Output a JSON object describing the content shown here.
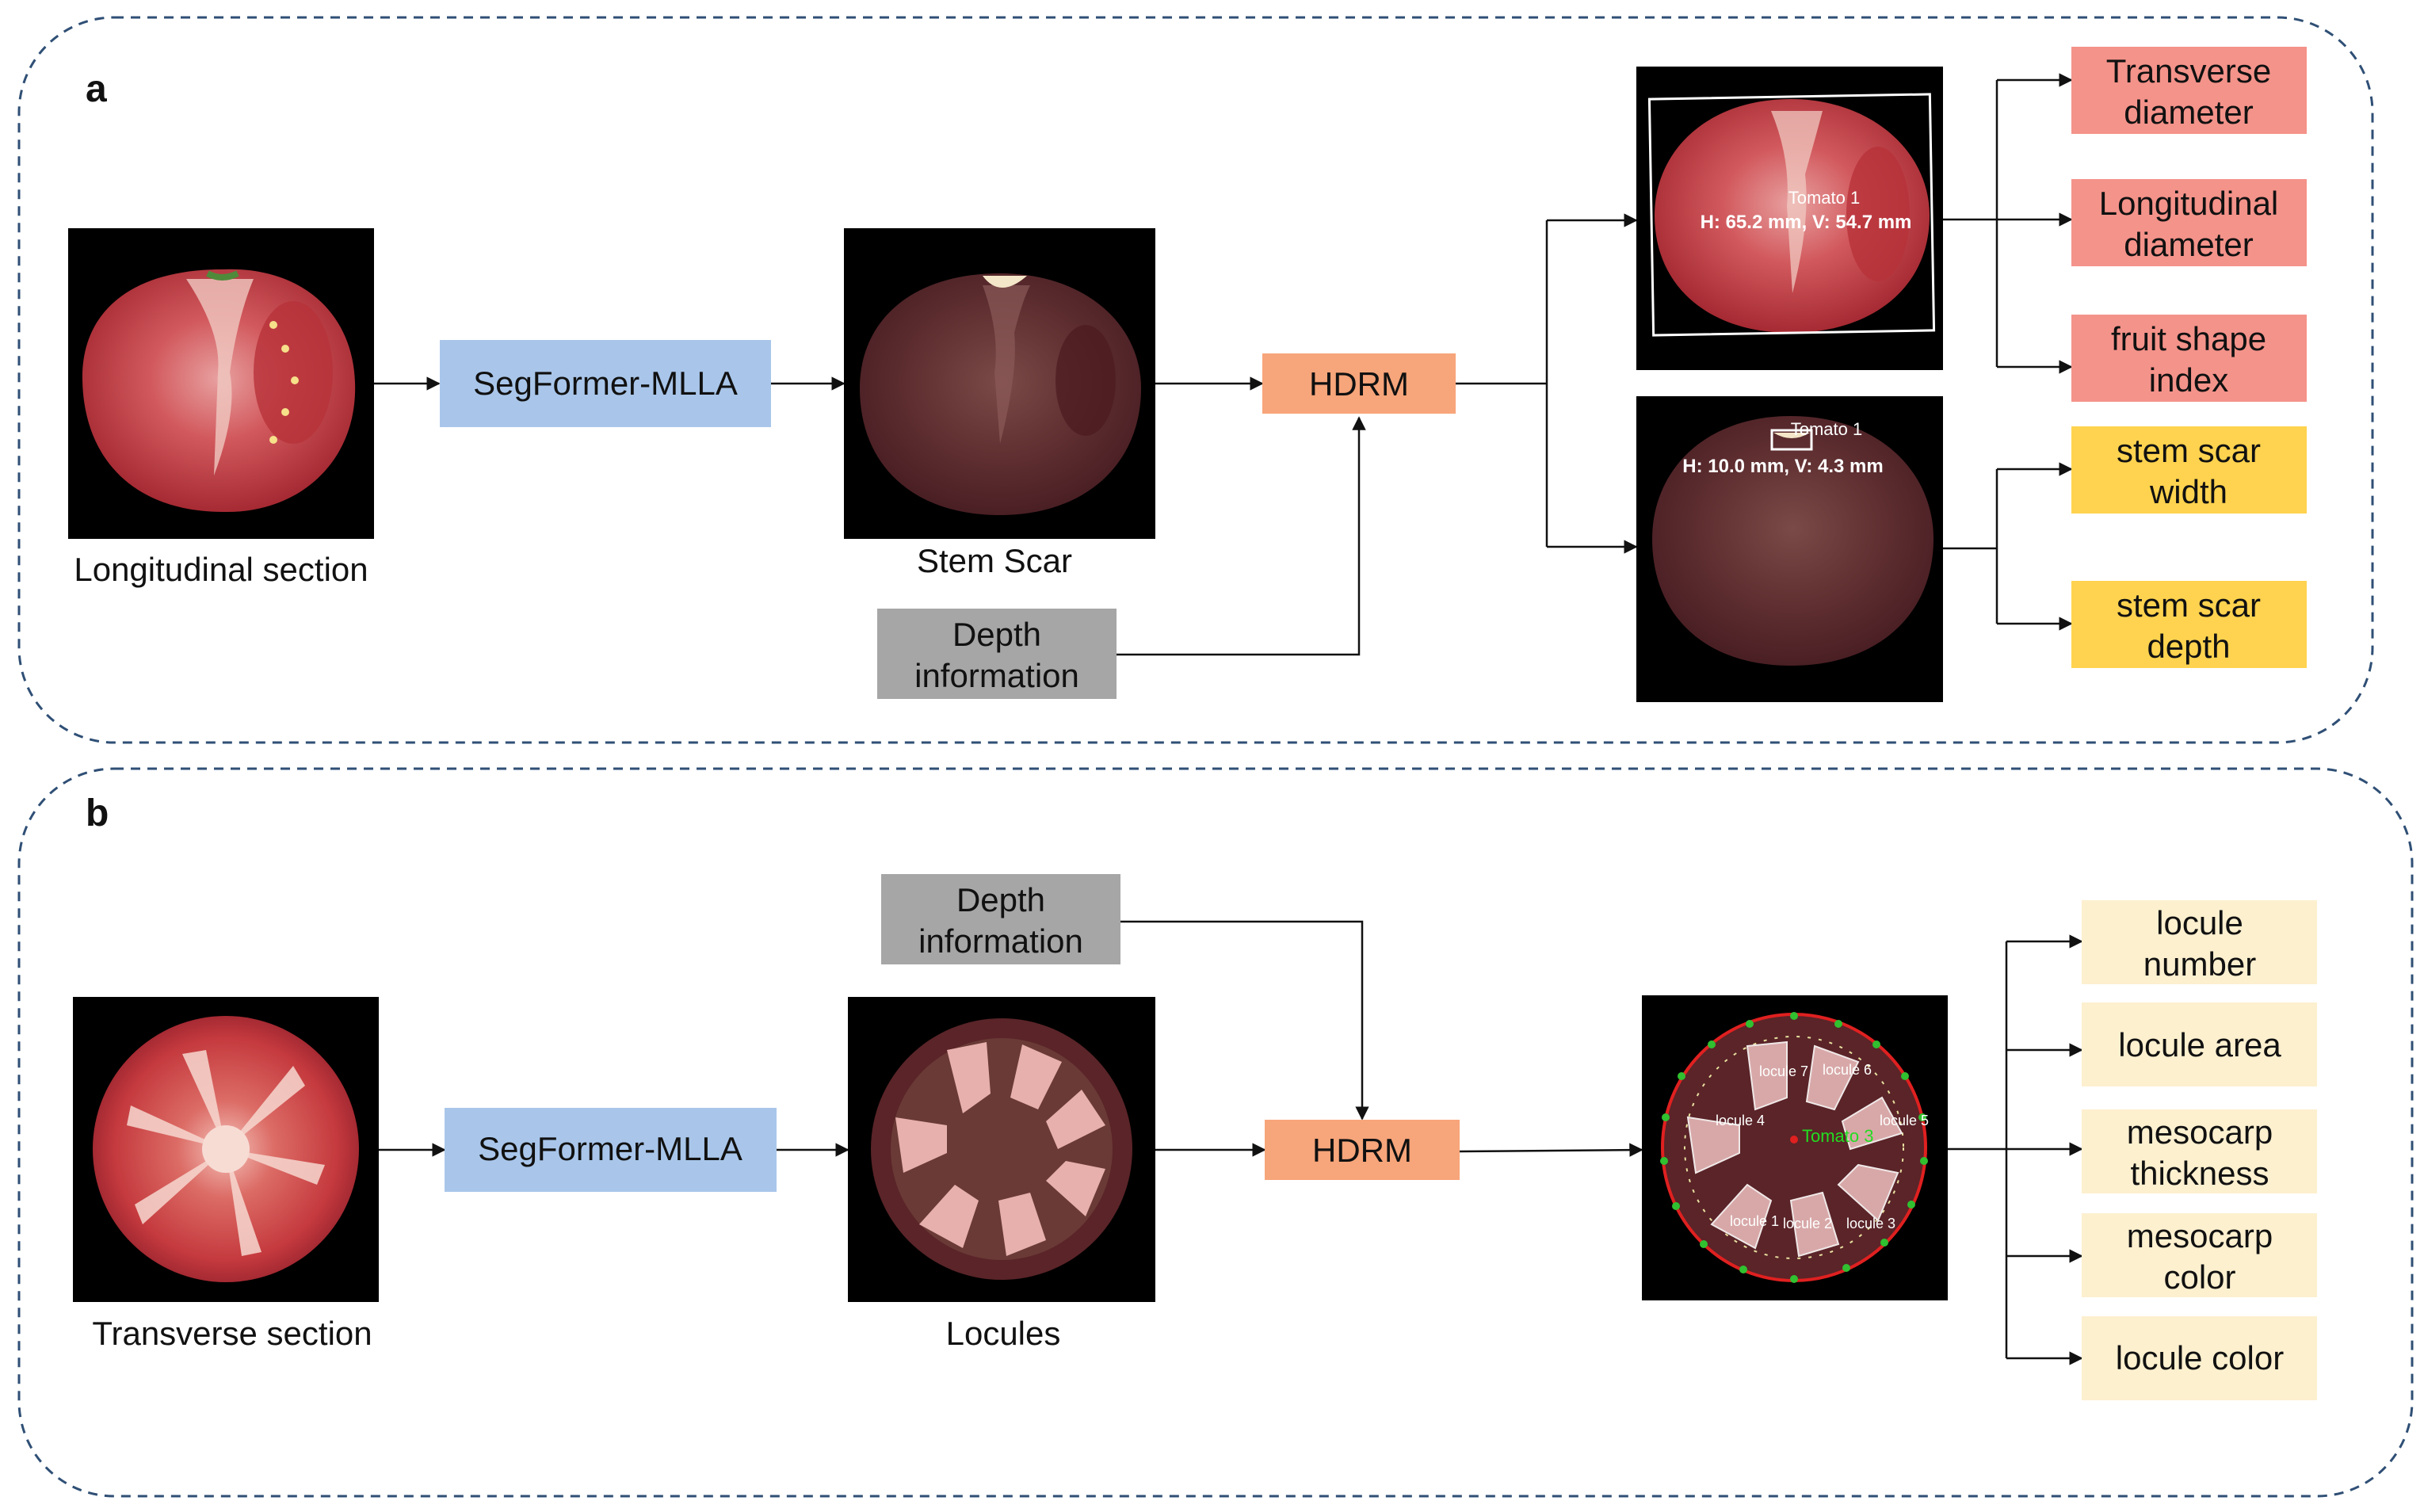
{
  "panel_a": {
    "letter": "a",
    "image1_caption": "Longitudinal section",
    "model": "SegFormer-MLLA",
    "image2_caption": "Stem Scar",
    "depth": [
      "Depth",
      "information"
    ],
    "hdrm": "HDRM",
    "overlay1": {
      "label": "Tomato 1",
      "measure": "H: 65.2 mm, V: 54.7 mm"
    },
    "overlay2": {
      "label": "Tomato 1",
      "measure": "H: 10.0 mm, V: 4.3 mm"
    },
    "outputs_red": [
      [
        "Transverse",
        "diameter"
      ],
      [
        "Longitudinal",
        "diameter"
      ],
      [
        "fruit shape",
        "index"
      ]
    ],
    "outputs_yellow": [
      [
        "stem scar",
        "width"
      ],
      [
        "stem scar",
        "depth"
      ]
    ]
  },
  "panel_b": {
    "letter": "b",
    "image1_caption": "Transverse section",
    "model": "SegFormer-MLLA",
    "image2_caption": "Locules",
    "depth": [
      "Depth",
      "information"
    ],
    "hdrm": "HDRM",
    "overlay": {
      "tomato": "Tomato 3",
      "locule_labels": [
        "locule 1",
        "locule 2",
        "locule 3",
        "locule 4",
        "locule 5",
        "locule 6",
        "locule 7"
      ]
    },
    "outputs": [
      [
        "locule",
        "number"
      ],
      [
        "locule area"
      ],
      [
        "mesocarp",
        "thickness"
      ],
      [
        "mesocarp",
        "color"
      ],
      [
        "locule color"
      ]
    ]
  },
  "colors": {
    "model_box": "#a9c6ea",
    "hdrm_box": "#f7a57a",
    "depth_box": "#a6a6a6",
    "red_output": "#f4938a",
    "yellow_output": "#ffd34f",
    "cream_output": "#fdf0cf",
    "panel_border": "#2f4f75"
  }
}
